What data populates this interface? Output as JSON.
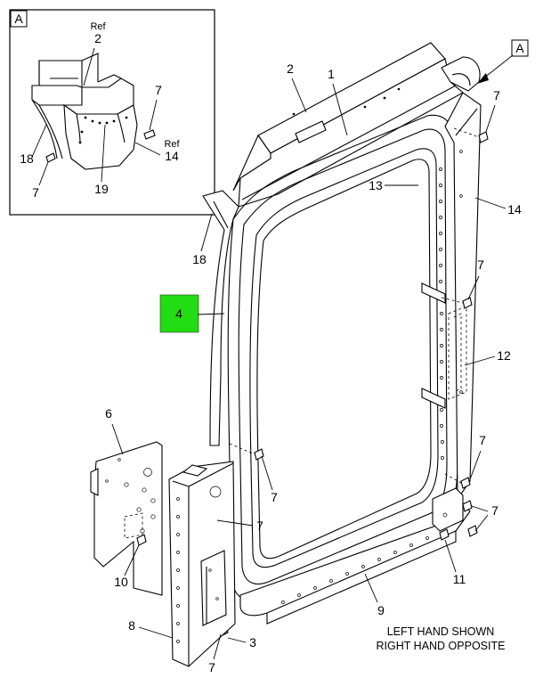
{
  "detail_view": {
    "tag": "A",
    "ref_label_top": "Ref",
    "ref_num_top": "2",
    "ref_label_right": "Ref",
    "ref_num_right": "14",
    "callouts": [
      "7",
      "18",
      "7",
      "19"
    ]
  },
  "main_view": {
    "view_tag": "A",
    "callouts": {
      "c1": "1",
      "c2": "2",
      "c3": "3",
      "c6": "6",
      "c7a": "7",
      "c7b": "7",
      "c7c": "7",
      "c7d": "7",
      "c7e": "7",
      "c7f": "7",
      "c7g": "7",
      "c8": "8",
      "c9": "9",
      "c10": "10",
      "c11": "11",
      "c12": "12",
      "c13": "13",
      "c14": "14",
      "c18": "18"
    },
    "highlight": {
      "label": "4",
      "color": "#22dd11"
    }
  },
  "note": {
    "line1": "LEFT HAND SHOWN",
    "line2": "RIGHT HAND OPPOSITE"
  }
}
